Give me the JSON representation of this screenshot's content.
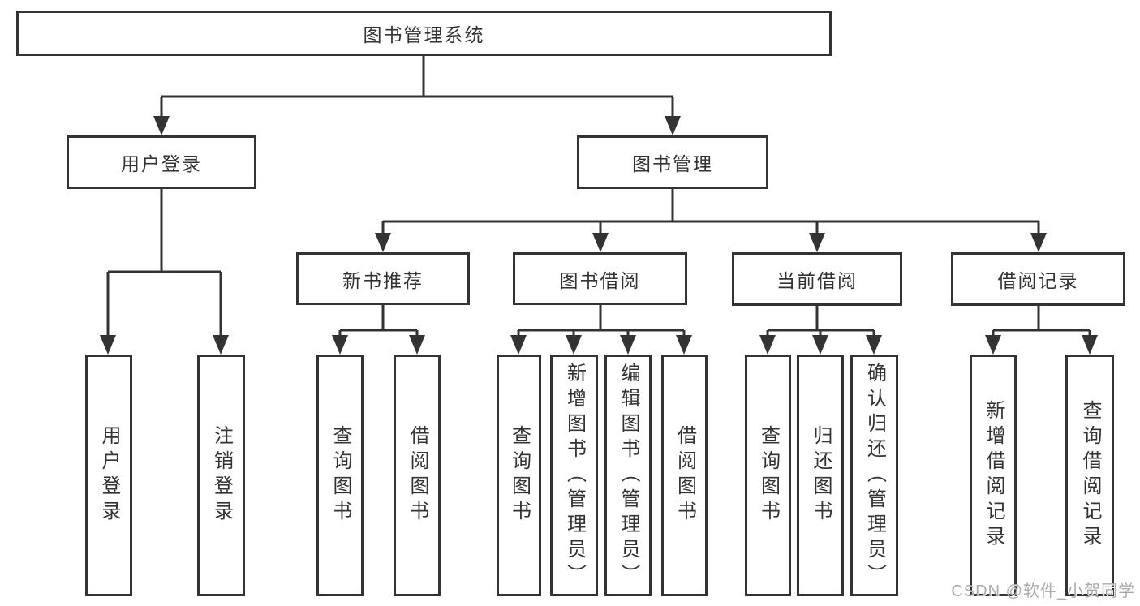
{
  "diagram": {
    "type": "hierarchy-tree",
    "root": {
      "label": "图书管理系统"
    },
    "branches": {
      "user_login": {
        "label": "用户登录",
        "children": [
          {
            "label": "用户登录"
          },
          {
            "label": "注销登录"
          }
        ]
      },
      "book_management": {
        "label": "图书管理",
        "sections": [
          {
            "label": "新书推荐",
            "children": [
              {
                "label": "查询图书"
              },
              {
                "label": "借阅图书"
              }
            ]
          },
          {
            "label": "图书借阅",
            "children": [
              {
                "label": "查询图书"
              },
              {
                "label": "新增图书（管理员）"
              },
              {
                "label": "编辑图书（管理员）"
              },
              {
                "label": "借阅图书"
              }
            ]
          },
          {
            "label": "当前借阅",
            "children": [
              {
                "label": "查询图书"
              },
              {
                "label": "归还图书"
              },
              {
                "label": "确认归还（管理员）"
              }
            ]
          },
          {
            "label": "借阅记录",
            "children": [
              {
                "label": "新增借阅记录"
              },
              {
                "label": "查询借阅记录"
              }
            ]
          }
        ]
      }
    },
    "colors": {
      "line": "#333333",
      "text": "#333333",
      "box_background": "#ffffff",
      "watermark_text_color": "#ababab"
    }
  },
  "watermark": {
    "text": "CSDN @软件_小贺同学"
  }
}
